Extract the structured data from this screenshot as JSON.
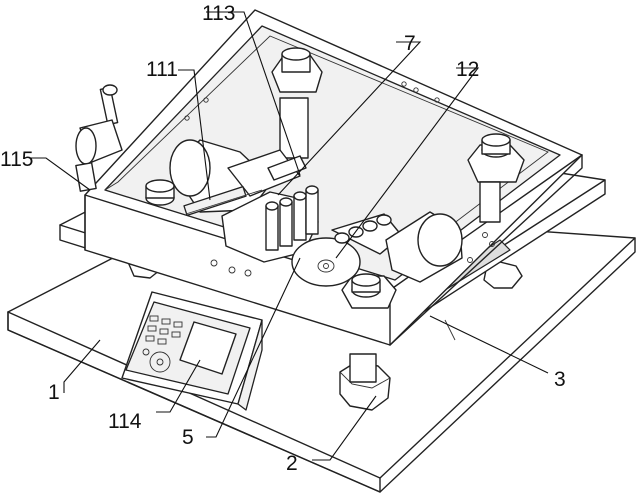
{
  "labels": {
    "l1": "1",
    "l2": "2",
    "l3": "3",
    "l5": "5",
    "l7": "7",
    "l12": "12",
    "l111": "111",
    "l113": "113",
    "l114": "114",
    "l115": "115"
  }
}
